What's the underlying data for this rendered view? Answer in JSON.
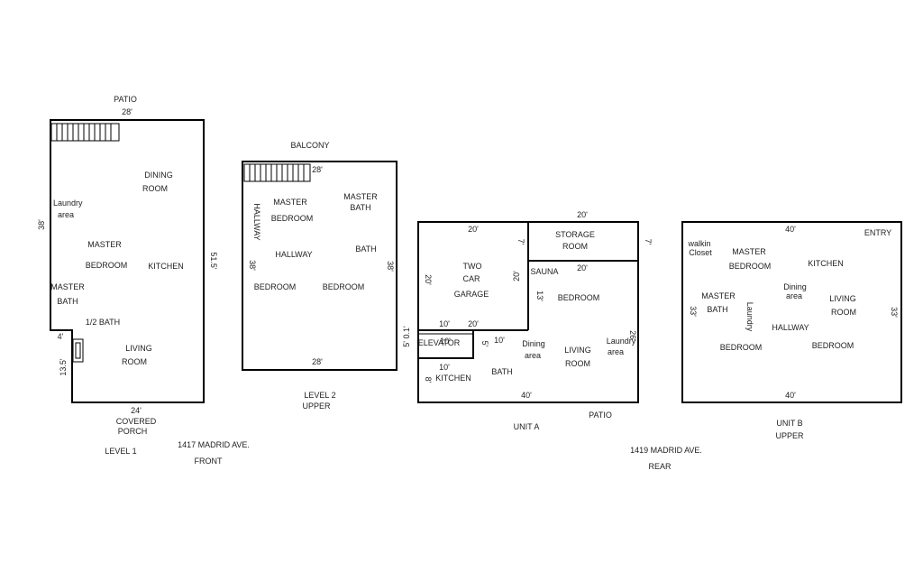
{
  "colors": {
    "line": "#000000",
    "text": "#222222",
    "background": "#ffffff"
  },
  "level1": {
    "patio": "PATIO",
    "top_dim": "28'",
    "left_dim": "38'",
    "right_dim": "51.5'",
    "notch_dim": "4'",
    "lower_left_dim": "13.5'",
    "bottom_dim": "24'",
    "laundry": [
      "Laundry",
      "area"
    ],
    "dining": [
      "DINING",
      "ROOM"
    ],
    "master_bedroom": [
      "MASTER",
      "BEDROOM"
    ],
    "kitchen": "KITCHEN",
    "master_bath": [
      "MASTER",
      "BATH"
    ],
    "half_bath": "1/2 BATH",
    "living": [
      "LIVING",
      "ROOM"
    ],
    "covered_porch": [
      "COVERED",
      "PORCH"
    ],
    "level_label": "LEVEL 1"
  },
  "level2": {
    "balcony": "BALCONY",
    "top_dim": "28'",
    "left_dim": "38'",
    "right_dim": "38'",
    "bottom_dim": "28'",
    "hallway_vertical": "HALLWAY",
    "master_bedroom": [
      "MASTER",
      "BEDROOM"
    ],
    "master_bath": [
      "MASTER",
      "BATH"
    ],
    "hallway": "HALLWAY",
    "bath": "BATH",
    "bedroom_left": "BEDROOM",
    "bedroom_right": "BEDROOM",
    "level_label": [
      "LEVEL 2",
      "UPPER"
    ]
  },
  "address_front": {
    "address": "1417 MADRID AVE.",
    "side": "FRONT"
  },
  "unit_a": {
    "garage_top_dim": "20'",
    "storage_top_dim": "20'",
    "garage_left_dim": "20'",
    "garage_right_dim": "20'",
    "storage_side_dim": "7'",
    "storage_right_dim": "7'",
    "storage_bottom_dim": "20'",
    "bedroom_dim": "13'",
    "left_dim": "5' 0.1'",
    "elevator_top_dim": "10'",
    "elevator_inner_dim": "10'",
    "garage_bottom_dim": "20'",
    "five_dim": "5'",
    "mid_dim": "10'",
    "kitchen_dim": "10'",
    "eight_dim": "8'",
    "right_dim": "26'",
    "bottom_dim": "40'",
    "garage": [
      "TWO",
      "CAR",
      "GARAGE"
    ],
    "storage": [
      "STORAGE",
      "ROOM"
    ],
    "sauna": "SAUNA",
    "bedroom": "BEDROOM",
    "elevator": "ELEVATOR",
    "dining": [
      "Dining",
      "area"
    ],
    "living": [
      "LIVING",
      "ROOM"
    ],
    "laundry": [
      "Laundry",
      "area"
    ],
    "kitchen": "KITCHEN",
    "bath": "BATH",
    "patio": "PATIO",
    "label": "UNIT A"
  },
  "address_rear": {
    "address": "1419 MADRID AVE.",
    "side": "REAR"
  },
  "unit_b": {
    "top_dim": "40'",
    "bottom_dim": "40'",
    "left_dim": "33'",
    "right_dim": "33'",
    "entry": "ENTRY",
    "walkin": [
      "walkin",
      "Closet"
    ],
    "master_bedroom": [
      "MASTER",
      "BEDROOM"
    ],
    "kitchen": "KITCHEN",
    "dining": [
      "Dining",
      "area"
    ],
    "living": [
      "LIVING",
      "ROOM"
    ],
    "master_bath": [
      "MASTER",
      "BATH"
    ],
    "laundry": "Laundry",
    "hallway": "HALLWAY",
    "bedroom_left": "BEDROOM",
    "bedroom_right": "BEDROOM",
    "label": [
      "UNIT B",
      "UPPER"
    ]
  }
}
